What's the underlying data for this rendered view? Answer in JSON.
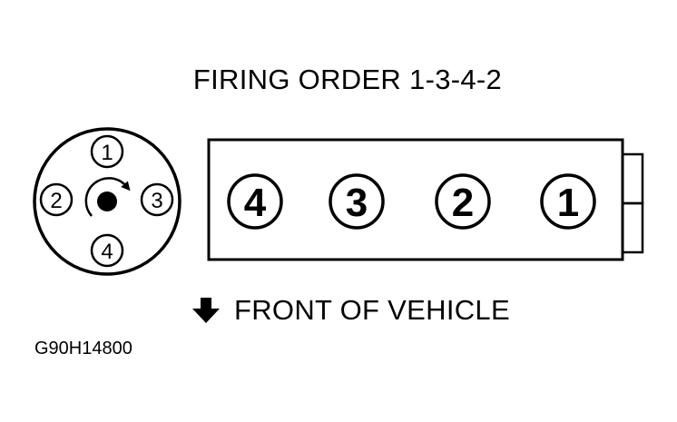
{
  "title": "FIRING ORDER 1-3-4-2",
  "distributor": {
    "terminals": [
      "1",
      "3",
      "4",
      "2"
    ],
    "rotation": "clockwise"
  },
  "engine": {
    "cylinders": [
      "4",
      "3",
      "2",
      "1"
    ]
  },
  "front_label": "FRONT OF VEHICLE",
  "figure_code": "G90H14800",
  "icons": {
    "front_arrow": "down-arrow-icon",
    "rotor_arrow": "clockwise-arrow-icon"
  }
}
